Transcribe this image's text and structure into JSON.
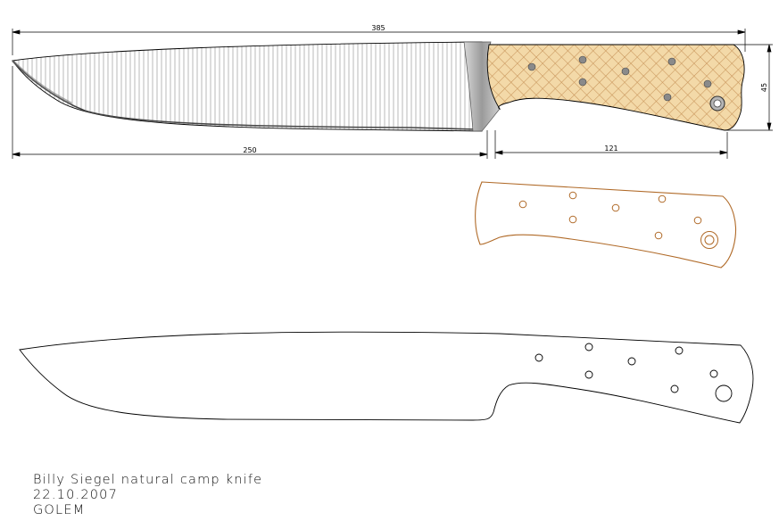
{
  "dimensions": {
    "overall_length": "385",
    "blade_length": "250",
    "handle_length": "121",
    "handle_height": "45"
  },
  "caption": {
    "title": "Billy Siegel natural camp knife",
    "date": "22.10.2007",
    "author": "GOLEM"
  },
  "colors": {
    "handle_fill": "#f3d9a8",
    "handle_lattice": "#c8945a",
    "handle_outline": "#b06a28",
    "blade_stripe": "#b9b9b9",
    "line": "#000000"
  },
  "icons": {
    "pin_hole": "circle",
    "lanyard_hole": "ring"
  }
}
